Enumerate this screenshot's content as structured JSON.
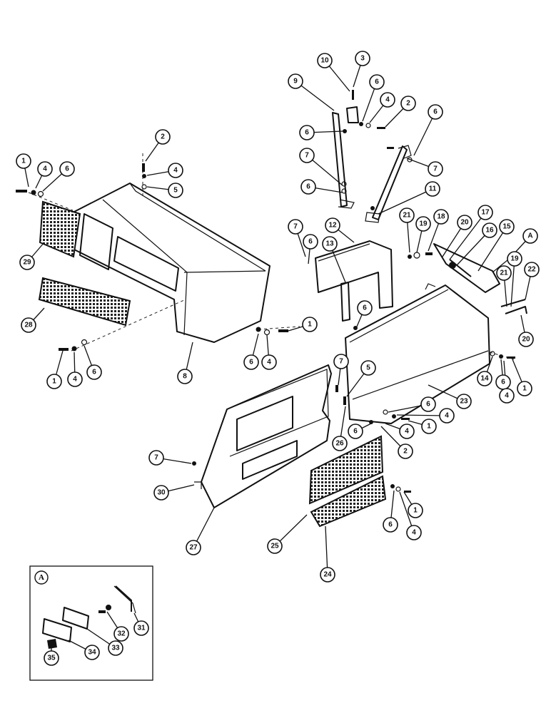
{
  "diagram": {
    "inset_label": "A",
    "callouts": [
      {
        "id": "c1",
        "n": "1"
      },
      {
        "id": "c2",
        "n": "4"
      },
      {
        "id": "c3",
        "n": "6"
      },
      {
        "id": "c4",
        "n": "2"
      },
      {
        "id": "c5",
        "n": "4"
      },
      {
        "id": "c6",
        "n": "5"
      },
      {
        "id": "c7",
        "n": "29"
      },
      {
        "id": "c8",
        "n": "28"
      },
      {
        "id": "c9",
        "n": "1"
      },
      {
        "id": "c10",
        "n": "4"
      },
      {
        "id": "c11",
        "n": "6"
      },
      {
        "id": "c12",
        "n": "8"
      },
      {
        "id": "c13",
        "n": "6"
      },
      {
        "id": "c14",
        "n": "4"
      },
      {
        "id": "c15",
        "n": "1"
      },
      {
        "id": "c16",
        "n": "10"
      },
      {
        "id": "c17",
        "n": "3"
      },
      {
        "id": "c18",
        "n": "9"
      },
      {
        "id": "c19",
        "n": "6"
      },
      {
        "id": "c20",
        "n": "4"
      },
      {
        "id": "c21",
        "n": "2"
      },
      {
        "id": "c22",
        "n": "6"
      },
      {
        "id": "c23",
        "n": "6"
      },
      {
        "id": "c24",
        "n": "7"
      },
      {
        "id": "c25",
        "n": "7"
      },
      {
        "id": "c26",
        "n": "6"
      },
      {
        "id": "c27",
        "n": "11"
      },
      {
        "id": "c28",
        "n": "7"
      },
      {
        "id": "c29",
        "n": "6"
      },
      {
        "id": "c30",
        "n": "12"
      },
      {
        "id": "c31",
        "n": "13"
      },
      {
        "id": "c32",
        "n": "21"
      },
      {
        "id": "c33",
        "n": "19"
      },
      {
        "id": "c34",
        "n": "18"
      },
      {
        "id": "c35",
        "n": "20"
      },
      {
        "id": "c36",
        "n": "17"
      },
      {
        "id": "c37",
        "n": "16"
      },
      {
        "id": "c38",
        "n": "15"
      },
      {
        "id": "c39",
        "n": "A"
      },
      {
        "id": "c40",
        "n": "19"
      },
      {
        "id": "c41",
        "n": "21"
      },
      {
        "id": "c42",
        "n": "22"
      },
      {
        "id": "c43",
        "n": "20"
      },
      {
        "id": "c44",
        "n": "6"
      },
      {
        "id": "c45",
        "n": "7"
      },
      {
        "id": "c46",
        "n": "5"
      },
      {
        "id": "c47",
        "n": "14"
      },
      {
        "id": "c48",
        "n": "6"
      },
      {
        "id": "c49",
        "n": "4"
      },
      {
        "id": "c50",
        "n": "1"
      },
      {
        "id": "c51",
        "n": "23"
      },
      {
        "id": "c52",
        "n": "6"
      },
      {
        "id": "c53",
        "n": "4"
      },
      {
        "id": "c54",
        "n": "1"
      },
      {
        "id": "c55",
        "n": "6"
      },
      {
        "id": "c56",
        "n": "4"
      },
      {
        "id": "c57",
        "n": "26"
      },
      {
        "id": "c58",
        "n": "2"
      },
      {
        "id": "c59",
        "n": "7"
      },
      {
        "id": "c60",
        "n": "30"
      },
      {
        "id": "c61",
        "n": "27"
      },
      {
        "id": "c62",
        "n": "25"
      },
      {
        "id": "c63",
        "n": "24"
      },
      {
        "id": "c64",
        "n": "1"
      },
      {
        "id": "c65",
        "n": "6"
      },
      {
        "id": "c66",
        "n": "4"
      },
      {
        "id": "c67",
        "n": "32"
      },
      {
        "id": "c68",
        "n": "31"
      },
      {
        "id": "c69",
        "n": "33"
      },
      {
        "id": "c70",
        "n": "34"
      },
      {
        "id": "c71",
        "n": "35"
      }
    ]
  }
}
